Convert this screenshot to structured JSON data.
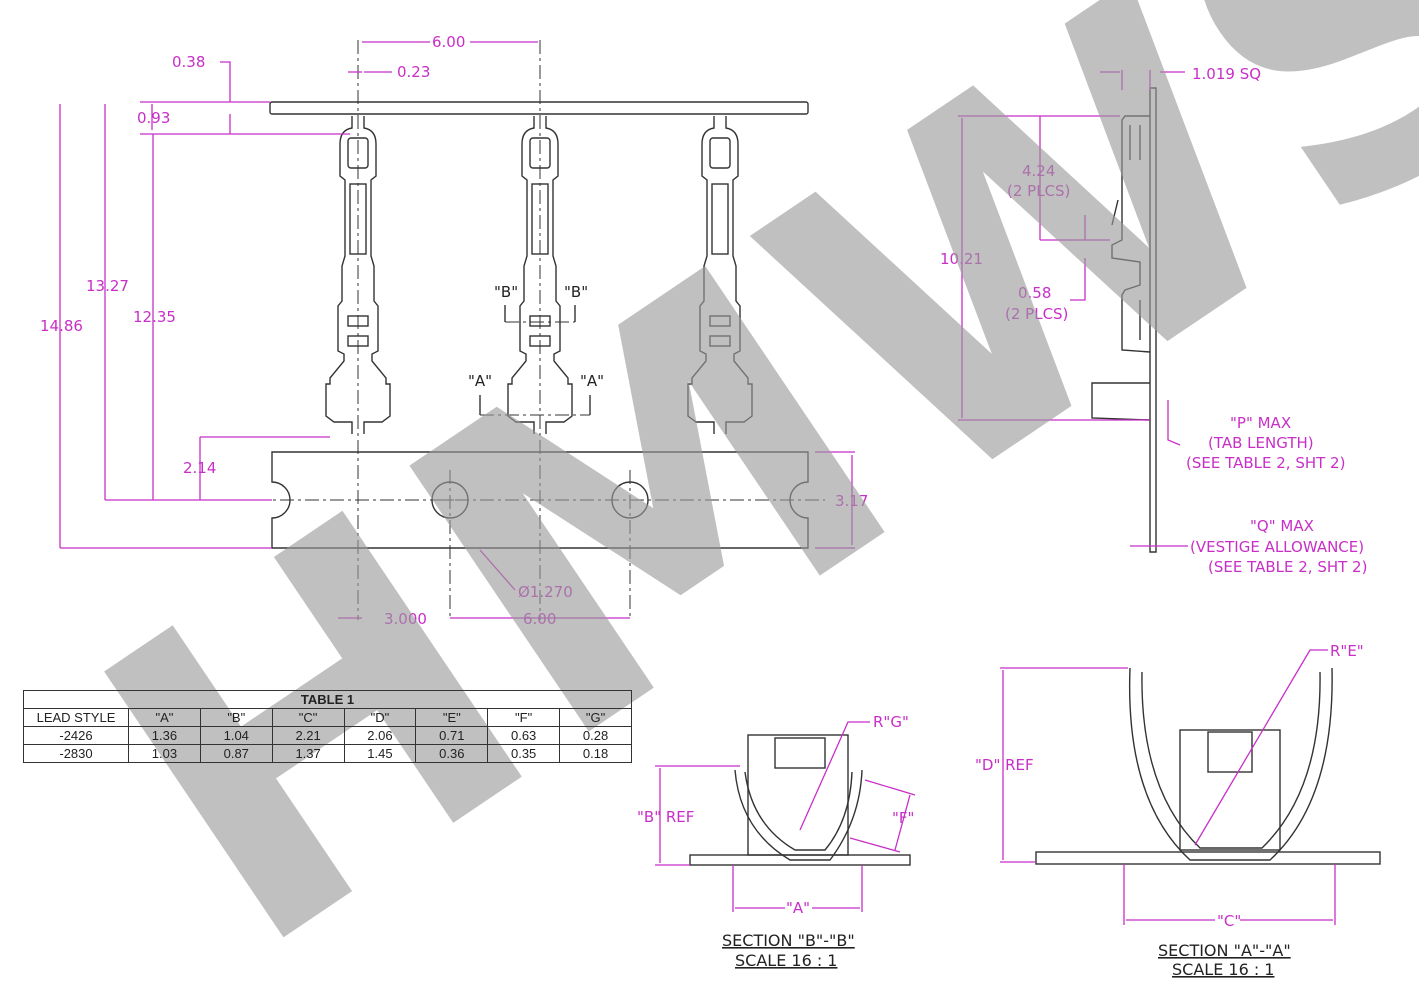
{
  "watermark": "HMWS",
  "main_view": {
    "dims": {
      "pitch_top": "6.00",
      "d038": "0.38",
      "d023": "0.23",
      "d093": "0.93",
      "d1327": "13.27",
      "d1486": "14.86",
      "d1235": "12.35",
      "d214": "2.14",
      "d317": "3.17",
      "hole_dia": "Ø1.270",
      "d3000": "3.000",
      "pitch_bottom": "6.00"
    },
    "section_marks": {
      "b_left": "\"B\"",
      "b_right": "\"B\"",
      "a_left": "\"A\"",
      "a_right": "\"A\""
    }
  },
  "side_view": {
    "sq": "1.019 SQ",
    "d424": "4.24",
    "d424_note": "(2 PLCS)",
    "d1021": "10.21",
    "d058": "0.58",
    "d058_note": "(2 PLCS)",
    "p_note": [
      "\"P\" MAX",
      "(TAB LENGTH)",
      "(SEE TABLE 2, SHT 2)"
    ],
    "q_note": [
      "\"Q\" MAX",
      "(VESTIGE ALLOWANCE)",
      "(SEE TABLE 2, SHT 2)"
    ]
  },
  "table": {
    "title": "TABLE 1",
    "headers": [
      "LEAD STYLE",
      "\"A\"",
      "\"B\"",
      "\"C\"",
      "\"D\"",
      "\"E\"",
      "\"F\"",
      "\"G\""
    ],
    "rows": [
      [
        "-2426",
        "1.36",
        "1.04",
        "2.21",
        "2.06",
        "0.71",
        "0.63",
        "0.28"
      ],
      [
        "-2830",
        "1.03",
        "0.87",
        "1.37",
        "1.45",
        "0.36",
        "0.35",
        "0.18"
      ]
    ]
  },
  "section_bb": {
    "rg": "R\"G\"",
    "b_ref": "\"B\" REF",
    "f": "\"F\"",
    "a": "\"A\"",
    "caption": "SECTION \"B\"-\"B\"",
    "scale": "SCALE 16 : 1"
  },
  "section_aa": {
    "re": "R\"E\"",
    "d_ref": "\"D\" REF",
    "c": "\"C\"",
    "caption": "SECTION \"A\"-\"A\"",
    "scale": "SCALE 16 : 1"
  }
}
